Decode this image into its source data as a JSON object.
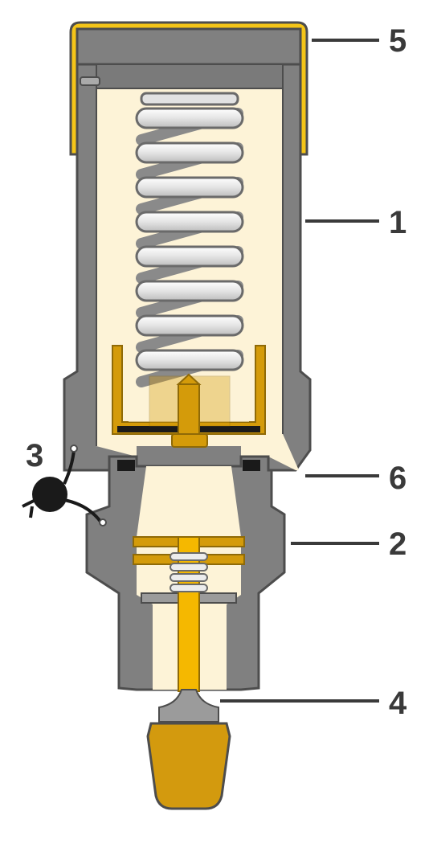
{
  "colors": {
    "body_dark": "#4d4d4d",
    "body_mid": "#808080",
    "body_light": "#9b9b9b",
    "cavity": "#fdf3d7",
    "cap_yellow": "#f5c518",
    "brass": "#d49b0a",
    "brass_dark": "#8f6a07",
    "spring": "#e2e2e2",
    "spring_edge": "#6a6a6a",
    "seal_black": "#1a1a1a",
    "plug": "#d39a0e",
    "label": "#3a3a3a"
  },
  "callouts": [
    {
      "id": "1",
      "label": "1"
    },
    {
      "id": "2",
      "label": "2"
    },
    {
      "id": "3",
      "label": "3"
    },
    {
      "id": "4",
      "label": "4"
    },
    {
      "id": "5",
      "label": "5"
    },
    {
      "id": "6",
      "label": "6"
    }
  ]
}
